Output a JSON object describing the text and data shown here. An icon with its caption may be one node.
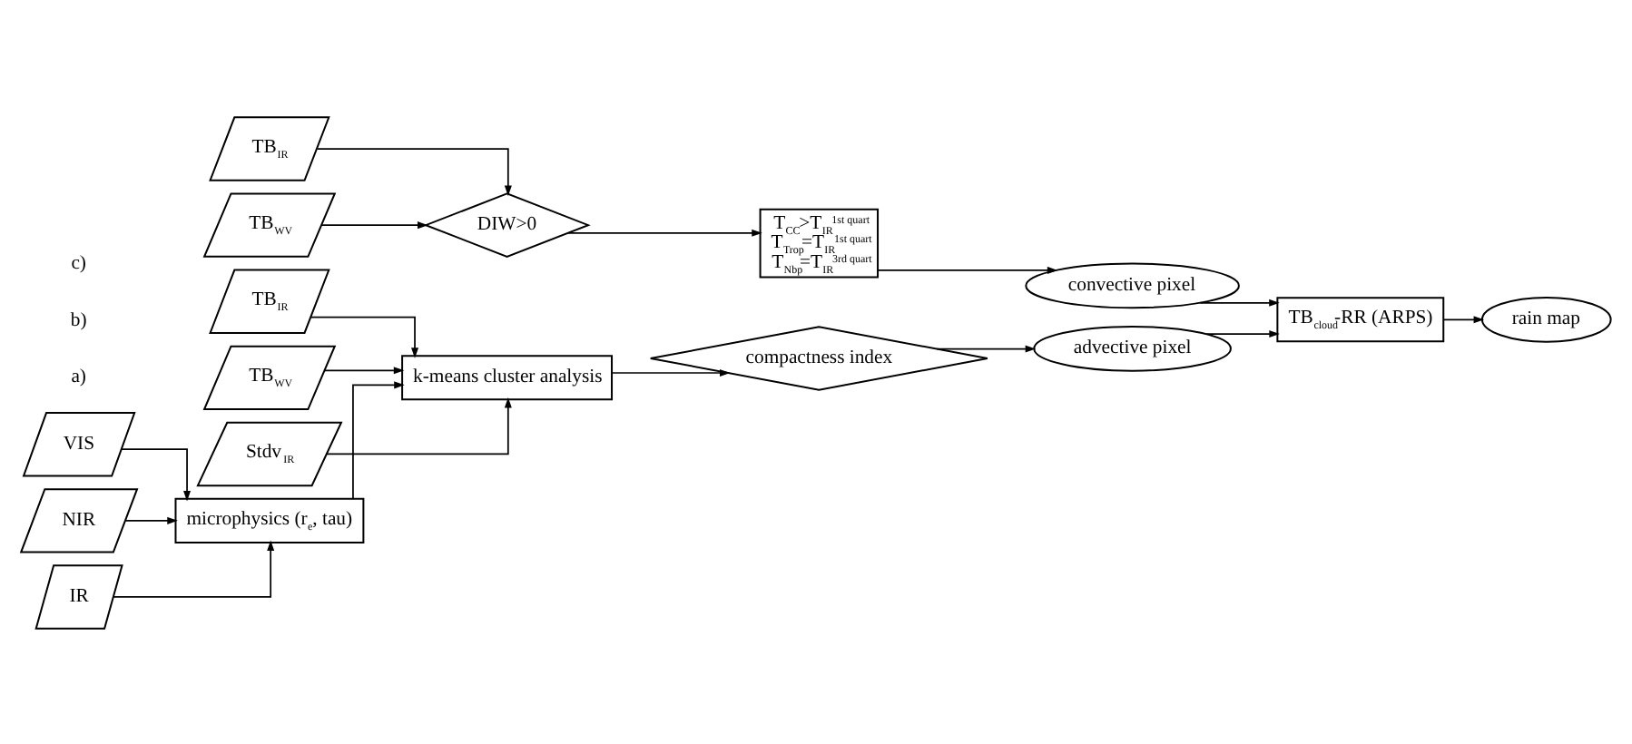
{
  "diagram": {
    "nodes": [
      {
        "text": [
          "TB$_{IR}$"
        ]
      },
      {
        "text": [
          "TB$_{WV}$"
        ]
      },
      {
        "text": [
          "DIW>0"
        ]
      },
      {
        "text": [
          "T$_{CC}$>T$_{IR}$$^{1st quart}$",
          "T$_{Trop}$=T$_{IR}$$^{1st quart}$",
          "T$_{Nbp}$=T$_{IR}$$^{3rd quart}$"
        ]
      },
      {
        "text": [
          "convective pixel"
        ]
      },
      {
        "text": [
          "TB$_{IR}$"
        ]
      },
      {
        "text": [
          "TB$_{WV}$"
        ]
      },
      {
        "text": [
          "Stdv$_{IR}$"
        ]
      },
      {
        "text": [
          "k-means cluster analysis"
        ]
      },
      {
        "text": [
          "compactness index"
        ]
      },
      {
        "text": [
          "VIS"
        ]
      },
      {
        "text": [
          "NIR"
        ]
      },
      {
        "text": [
          "IR"
        ]
      },
      {
        "text": [
          "microphysics (r$_{e}$, tau)"
        ]
      },
      {
        "text": [
          "TB$_{cloud}$-RR (ARPS)"
        ]
      },
      {
        "text": [
          "advective pixel"
        ]
      },
      {
        "text": [
          "rain map"
        ]
      }
    ],
    "edges": [
      {
        "from": 0,
        "to": 2,
        "arrow": "to"
      },
      {
        "from": 1,
        "to": 2,
        "arrow": "to"
      },
      {
        "from": 2,
        "to": 3,
        "arrow": "to"
      },
      {
        "from": 3,
        "to": 4,
        "arrow": "to"
      },
      {
        "from": 4,
        "to": 14,
        "arrow": "to"
      },
      {
        "from": 5,
        "to": 8,
        "arrow": "to"
      },
      {
        "from": 6,
        "to": 8,
        "arrow": "to"
      },
      {
        "from": 7,
        "to": 8,
        "arrow": "to"
      },
      {
        "from": 8,
        "to": 9,
        "arrow": "to"
      },
      {
        "from": 10,
        "to": 13,
        "arrow": "to"
      },
      {
        "from": 11,
        "to": 13,
        "arrow": "to"
      },
      {
        "from": 12,
        "to": 13,
        "arrow": "to"
      },
      {
        "from": 13,
        "to": 8,
        "arrow": "to"
      },
      {
        "from": 9,
        "to": 15,
        "arrow": "to"
      },
      {
        "from": 15,
        "to": 14,
        "arrow": "to"
      },
      {
        "from": 14,
        "to": 16,
        "arrow": "to"
      }
    ],
    "labels": [
      "a)",
      "b)",
      "c)"
    ]
  }
}
